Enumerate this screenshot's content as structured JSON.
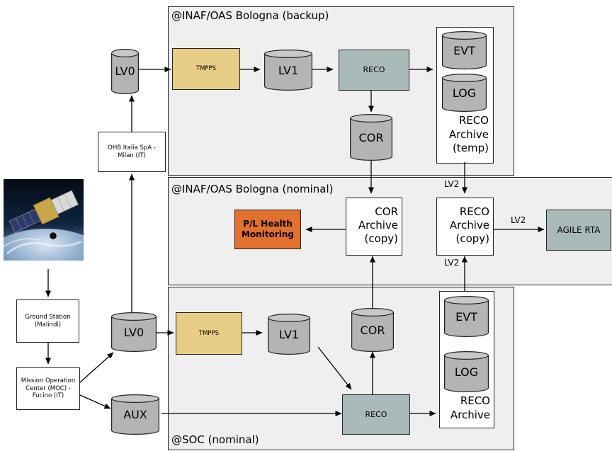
{
  "regions": {
    "backup": "@INAF/OAS Bologna (backup)",
    "nominal": "@INAF/OAS Bologna (nominal)",
    "soc": "@SOC (nominal)"
  },
  "nodes": {
    "lv0_top": "LV0",
    "ohb": "OHB Italia SpA -\nMilan (IT)",
    "ground_station": "Ground Station\n(Malindi)",
    "moc": "Mission Operation\nCenter (MOC) -\nFucino (IT)",
    "lv0_bottom": "LV0",
    "aux": "AUX",
    "backup_tmpps": "TMPPS",
    "backup_lv1": "LV1",
    "backup_reco": "RECO",
    "backup_evt": "EVT",
    "backup_log": "LOG",
    "backup_archive": "RECO\nArchive\n(temp)",
    "backup_cor": "COR",
    "health": "P/L Health\nMonitoring",
    "cor_copy": "COR\nArchive\n(copy)",
    "reco_copy": "RECO\nArchive\n(copy)",
    "agile_rta": "AGILE RTA",
    "soc_tmpps": "TMPPS",
    "soc_lv1": "LV1",
    "soc_cor": "COR",
    "soc_reco": "RECO",
    "soc_evt": "EVT",
    "soc_log": "LOG",
    "soc_archive": "RECO\nArchive"
  },
  "edge_labels": {
    "lv2_down": "LV2",
    "lv2_rta": "LV2",
    "lv2_up": "LV2"
  },
  "colors": {
    "region_fill": "#efefef",
    "tmpps": "#e8cd86",
    "reco": "#aab9b9",
    "health": "#e2712e",
    "cylinder": "#b4b4b4"
  },
  "icons": {
    "satellite": "satellite-image"
  }
}
